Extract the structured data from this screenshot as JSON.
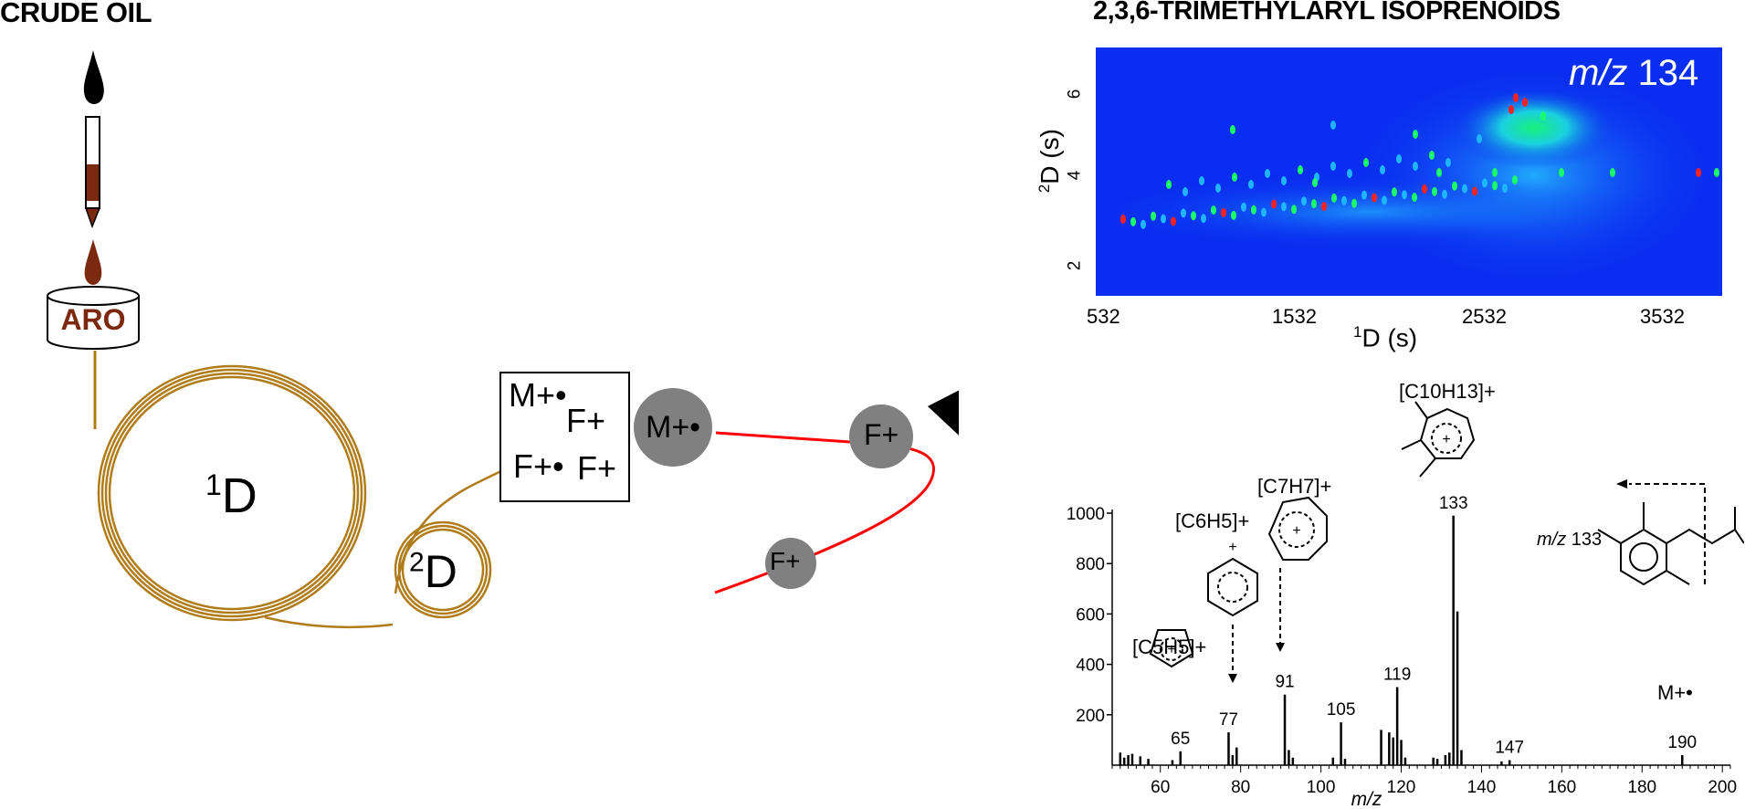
{
  "left": {
    "title": "CRUDE OIL",
    "fraction_label": "ARO",
    "column_1": "D",
    "column_1_sup": "1",
    "column_2": "D",
    "column_2_sup": "2",
    "ion_box": [
      "M+•",
      "F+",
      "F+•",
      "F+"
    ],
    "ion_M": "M+•",
    "ion_F": "F+",
    "colors": {
      "oil": "#7b2a10",
      "column": "#b07c1a",
      "ion_path": "#ff0000",
      "ion_ball": "#808080"
    }
  },
  "heatmap": {
    "title": "2,3,6-TRIMETHYLARYL ISOPRENOIDS",
    "annotation_italic": "m/z",
    "annotation_value": "134",
    "xlabel_sup": "1",
    "xlabel": "D (s)",
    "ylabel_sup": "2",
    "ylabel": "D (s)",
    "x_ticks": [
      "532",
      "1532",
      "2532",
      "3532"
    ],
    "y_ticks": [
      "2",
      "4",
      "6"
    ],
    "colors": {
      "background": "#0a2ef0",
      "mid": "#1fb6ff",
      "high": "#1aff6a",
      "peak": "#ff2020"
    }
  },
  "chart_data": {
    "type": "bar",
    "title": "",
    "xlabel": "m/z",
    "ylabel": "",
    "xlim": [
      48,
      202
    ],
    "ylim": [
      0,
      1000
    ],
    "x_ticks": [
      60,
      80,
      100,
      120,
      140,
      160,
      180,
      200
    ],
    "y_ticks": [
      200,
      400,
      600,
      800,
      1000
    ],
    "peaks": [
      {
        "mz": 50,
        "int": 50
      },
      {
        "mz": 51,
        "int": 30
      },
      {
        "mz": 52,
        "int": 40
      },
      {
        "mz": 53,
        "int": 45
      },
      {
        "mz": 55,
        "int": 35
      },
      {
        "mz": 57,
        "int": 25
      },
      {
        "mz": 63,
        "int": 20
      },
      {
        "mz": 65,
        "int": 55
      },
      {
        "mz": 77,
        "int": 130
      },
      {
        "mz": 78,
        "int": 40
      },
      {
        "mz": 79,
        "int": 70
      },
      {
        "mz": 91,
        "int": 280
      },
      {
        "mz": 92,
        "int": 60
      },
      {
        "mz": 93,
        "int": 30
      },
      {
        "mz": 103,
        "int": 30
      },
      {
        "mz": 105,
        "int": 170
      },
      {
        "mz": 106,
        "int": 25
      },
      {
        "mz": 115,
        "int": 140
      },
      {
        "mz": 117,
        "int": 130
      },
      {
        "mz": 118,
        "int": 110
      },
      {
        "mz": 119,
        "int": 310
      },
      {
        "mz": 120,
        "int": 100
      },
      {
        "mz": 121,
        "int": 30
      },
      {
        "mz": 128,
        "int": 30
      },
      {
        "mz": 129,
        "int": 25
      },
      {
        "mz": 131,
        "int": 40
      },
      {
        "mz": 132,
        "int": 50
      },
      {
        "mz": 133,
        "int": 990
      },
      {
        "mz": 134,
        "int": 610
      },
      {
        "mz": 135,
        "int": 60
      },
      {
        "mz": 145,
        "int": 15
      },
      {
        "mz": 147,
        "int": 20
      },
      {
        "mz": 190,
        "int": 40
      }
    ],
    "peak_labels": [
      {
        "mz": 65,
        "text": "65"
      },
      {
        "mz": 77,
        "text": "77"
      },
      {
        "mz": 91,
        "text": "91"
      },
      {
        "mz": 105,
        "text": "105"
      },
      {
        "mz": 119,
        "text": "119"
      },
      {
        "mz": 133,
        "text": "133"
      },
      {
        "mz": 147,
        "text": "147"
      },
      {
        "mz": 190,
        "text": "190"
      }
    ],
    "fragments": [
      "[C5H5]+",
      "[C6H5]+",
      "[C7H7]+",
      "[C10H13]+"
    ],
    "molecular_ion": "M+•",
    "cleavage_label_italic": "m/z",
    "cleavage_label_value": "133"
  }
}
